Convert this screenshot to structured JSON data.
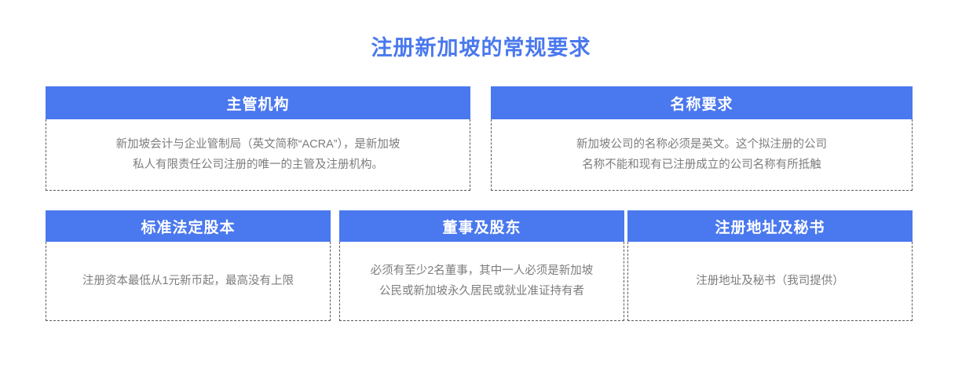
{
  "page": {
    "title": "注册新加坡的常规要求",
    "title_color": "#4a78ee",
    "background_color": "#ffffff",
    "header_background_color": "#4a78ee",
    "header_text_color": "#ffffff",
    "body_text_color": "#7d7d7d",
    "border_style": "dashed",
    "border_color": "#595959"
  },
  "cards": [
    {
      "id": "authority",
      "header": "主管机构",
      "body": "新加坡会计与企业管制局（英文简称“ACRA”），是新加坡\n私人有限责任公司注册的唯一的主管及注册机构。"
    },
    {
      "id": "name-requirement",
      "header": "名称要求",
      "body": "新加坡公司的名称必须是英文。这个拟注册的公司\n名称不能和现有已注册成立的公司名称有所抵触"
    },
    {
      "id": "share-capital",
      "header": "标准法定股本",
      "body": "注册资本最低从1元新币起，最高没有上限"
    },
    {
      "id": "directors-shareholders",
      "header": "董事及股东",
      "body": "必须有至少2名董事，其中一人必须是新加坡\n公民或新加坡永久居民或就业准证持有者"
    },
    {
      "id": "address-secretary",
      "header": "注册地址及秘书",
      "body": "注册地址及秘书（我司提供）"
    }
  ]
}
